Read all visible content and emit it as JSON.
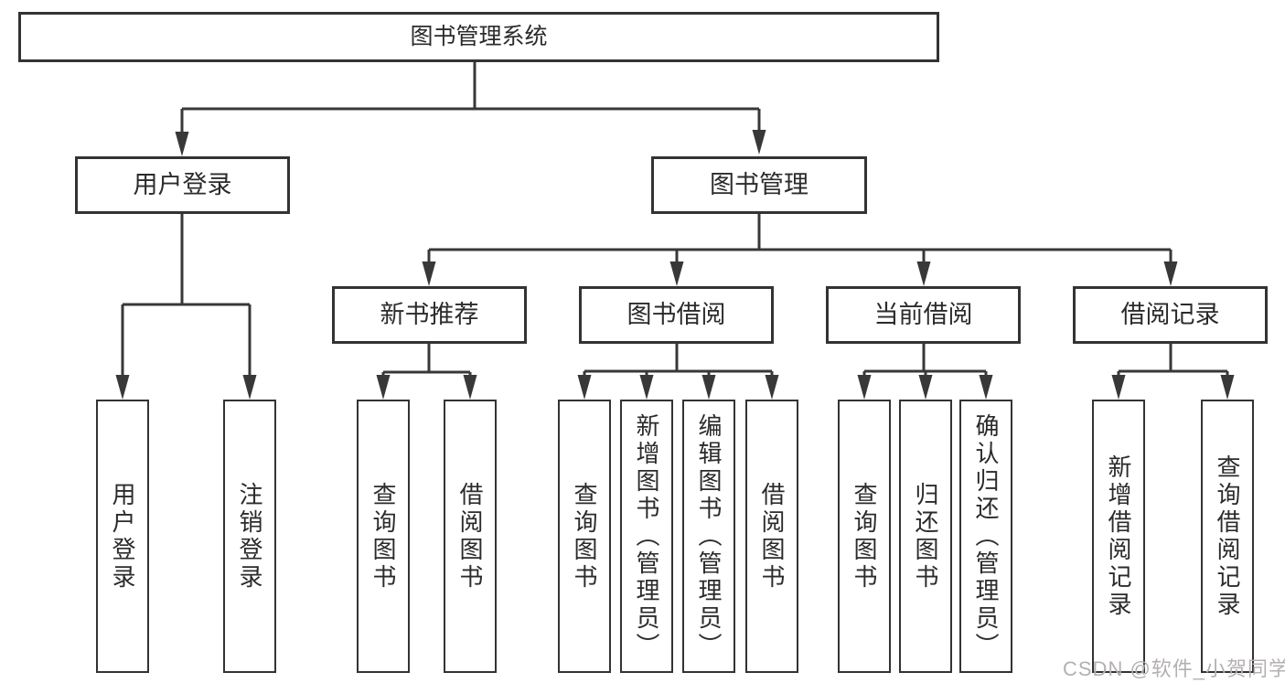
{
  "diagram": {
    "root": {
      "label": "图书管理系统"
    },
    "branches": [
      {
        "label": "用户登录",
        "children": [
          "用户登录",
          "注销登录"
        ]
      },
      {
        "label": "图书管理",
        "sections": [
          {
            "label": "新书推荐",
            "children": [
              "查询图书",
              "借阅图书"
            ]
          },
          {
            "label": "图书借阅",
            "children": [
              "查询图书",
              "新增图书（管理员）",
              "编辑图书（管理员）",
              "借阅图书"
            ]
          },
          {
            "label": "当前借阅",
            "children": [
              "查询图书",
              "归还图书",
              "确认归还（管理员）"
            ]
          },
          {
            "label": "借阅记录",
            "children": [
              "新增借阅记录",
              "查询借阅记录"
            ]
          }
        ]
      }
    ]
  },
  "watermark": {
    "text": "CSDN @软件_小贺同学"
  },
  "colors": {
    "line": "#383838",
    "box_border": "#333333",
    "box_bg": "#ffffff",
    "text": "#2b2b2b",
    "watermark": "#b5b0b0"
  }
}
